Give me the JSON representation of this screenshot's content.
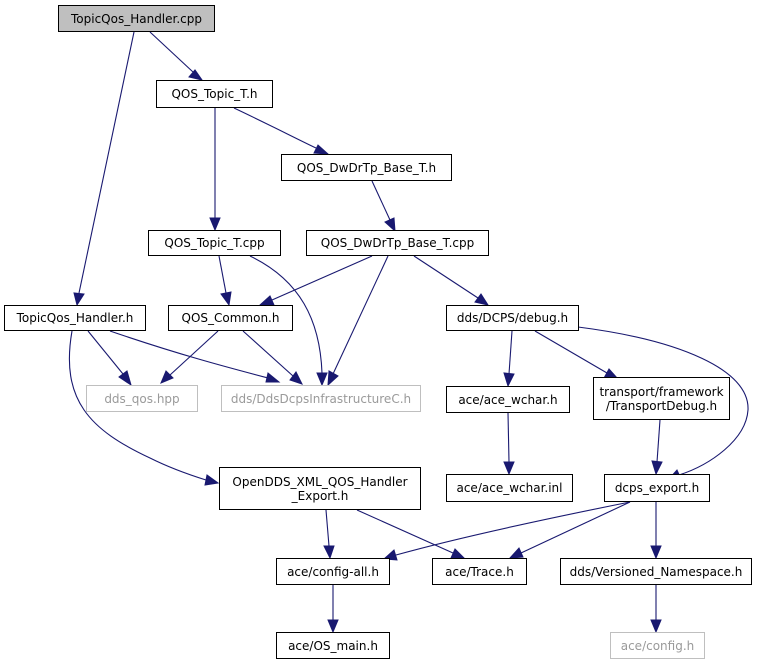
{
  "nodes": {
    "n0": {
      "label": "TopicQos_Handler.cpp"
    },
    "n1": {
      "label": "QOS_Topic_T.h"
    },
    "n2": {
      "label": "QOS_DwDrTp_Base_T.h"
    },
    "n3": {
      "label": "QOS_Topic_T.cpp"
    },
    "n4": {
      "label": "QOS_DwDrTp_Base_T.cpp"
    },
    "n5": {
      "label": "TopicQos_Handler.h"
    },
    "n6": {
      "label": "QOS_Common.h"
    },
    "n7": {
      "label": "dds/DCPS/debug.h"
    },
    "n8": {
      "label": "dds_qos.hpp"
    },
    "n9": {
      "label": "dds/DdsDcpsInfrastructureC.h"
    },
    "n10": {
      "label": "ace/ace_wchar.h"
    },
    "n11": {
      "line1": "transport/framework",
      "line2": "/TransportDebug.h"
    },
    "n12": {
      "label": "ace/ace_wchar.inl"
    },
    "n13": {
      "line1": "OpenDDS_XML_QOS_Handler",
      "line2": "_Export.h"
    },
    "n14": {
      "label": "dcps_export.h"
    },
    "n15": {
      "label": "ace/config-all.h"
    },
    "n16": {
      "label": "ace/Trace.h"
    },
    "n17": {
      "label": "dds/Versioned_Namespace.h"
    },
    "n18": {
      "label": "ace/OS_main.h"
    },
    "n19": {
      "label": "ace/config.h"
    }
  },
  "edges": [
    [
      "n0",
      "n1"
    ],
    [
      "n0",
      "n5"
    ],
    [
      "n1",
      "n2"
    ],
    [
      "n1",
      "n3"
    ],
    [
      "n2",
      "n4"
    ],
    [
      "n3",
      "n6"
    ],
    [
      "n3",
      "n9"
    ],
    [
      "n4",
      "n6"
    ],
    [
      "n4",
      "n9"
    ],
    [
      "n4",
      "n7"
    ],
    [
      "n5",
      "n8"
    ],
    [
      "n5",
      "n9"
    ],
    [
      "n5",
      "n13"
    ],
    [
      "n6",
      "n8"
    ],
    [
      "n6",
      "n9"
    ],
    [
      "n7",
      "n10"
    ],
    [
      "n7",
      "n11"
    ],
    [
      "n7",
      "n14"
    ],
    [
      "n10",
      "n12"
    ],
    [
      "n11",
      "n14"
    ],
    [
      "n13",
      "n15"
    ],
    [
      "n13",
      "n16"
    ],
    [
      "n14",
      "n15"
    ],
    [
      "n14",
      "n16"
    ],
    [
      "n14",
      "n17"
    ],
    [
      "n15",
      "n18"
    ],
    [
      "n17",
      "n19"
    ]
  ],
  "colors": {
    "edge": "#191970",
    "root_fill": "#bfbfbf",
    "external_border": "#bfbfbf"
  }
}
